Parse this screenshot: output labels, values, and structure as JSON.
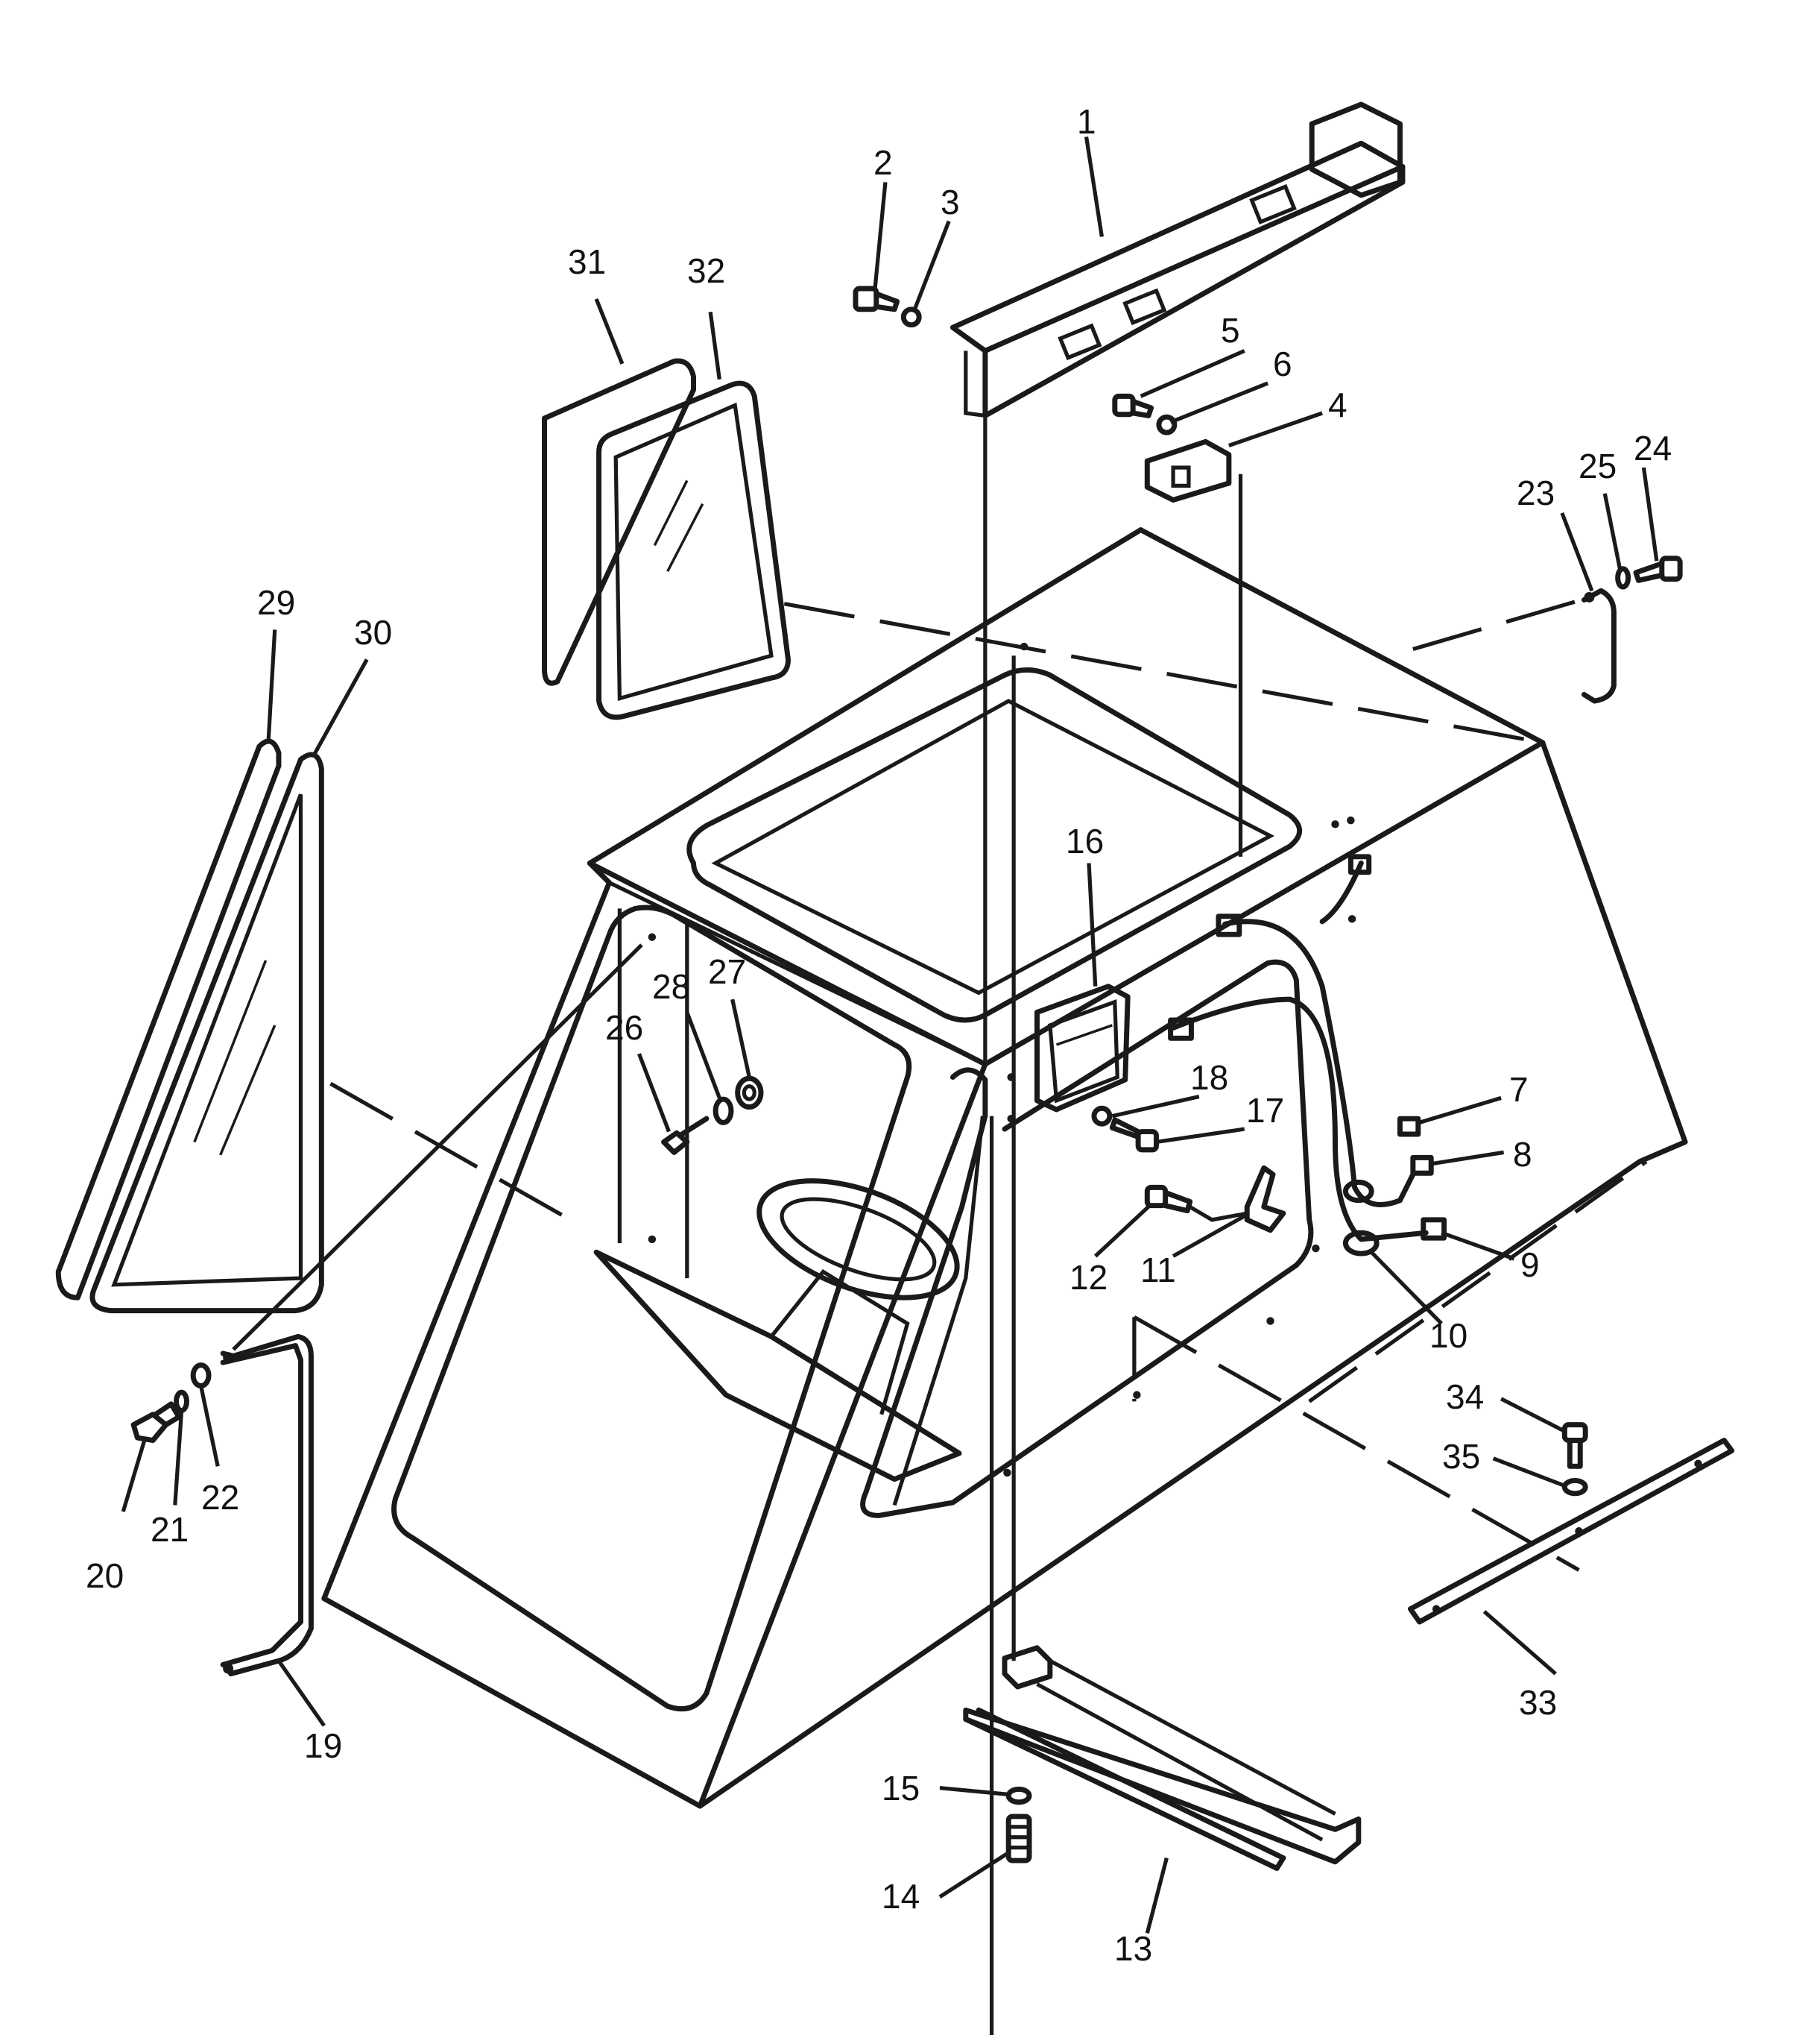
{
  "colors": {
    "ink": "#1a1a1a",
    "paper": "#ffffff"
  },
  "callouts": [
    {
      "id": "c1",
      "label": "1"
    },
    {
      "id": "c2",
      "label": "2"
    },
    {
      "id": "c3",
      "label": "3"
    },
    {
      "id": "c4",
      "label": "4"
    },
    {
      "id": "c5",
      "label": "5"
    },
    {
      "id": "c6",
      "label": "6"
    },
    {
      "id": "c7",
      "label": "7"
    },
    {
      "id": "c8",
      "label": "8"
    },
    {
      "id": "c9",
      "label": "9"
    },
    {
      "id": "c10",
      "label": "10"
    },
    {
      "id": "c11",
      "label": "11"
    },
    {
      "id": "c12",
      "label": "12"
    },
    {
      "id": "c13",
      "label": "13"
    },
    {
      "id": "c14",
      "label": "14"
    },
    {
      "id": "c15",
      "label": "15"
    },
    {
      "id": "c16",
      "label": "16"
    },
    {
      "id": "c17",
      "label": "17"
    },
    {
      "id": "c18",
      "label": "18"
    },
    {
      "id": "c19",
      "label": "19"
    },
    {
      "id": "c20",
      "label": "20"
    },
    {
      "id": "c21",
      "label": "21"
    },
    {
      "id": "c22",
      "label": "22"
    },
    {
      "id": "c23",
      "label": "23"
    },
    {
      "id": "c24",
      "label": "24"
    },
    {
      "id": "c25",
      "label": "25"
    },
    {
      "id": "c26",
      "label": "26"
    },
    {
      "id": "c27",
      "label": "27"
    },
    {
      "id": "c28",
      "label": "28"
    },
    {
      "id": "c29",
      "label": "29"
    },
    {
      "id": "c30",
      "label": "30"
    },
    {
      "id": "c31",
      "label": "31"
    },
    {
      "id": "c32",
      "label": "32"
    },
    {
      "id": "c33",
      "label": "33"
    },
    {
      "id": "c34",
      "label": "34"
    },
    {
      "id": "c35",
      "label": "35"
    }
  ]
}
